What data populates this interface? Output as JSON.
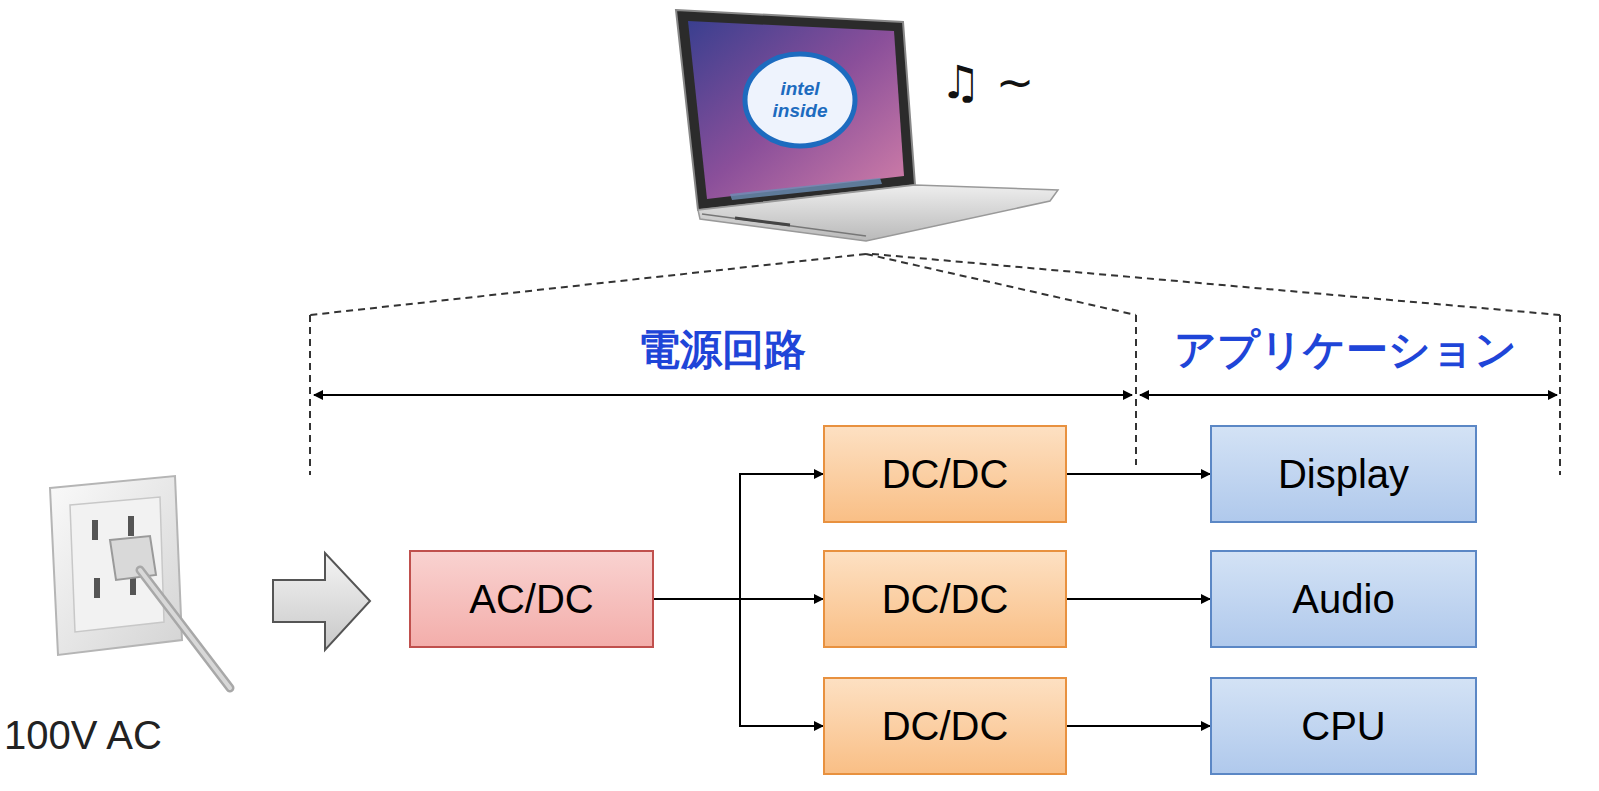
{
  "diagram": {
    "nodes": [
      {
        "text": [
          "AC/DC"
        ]
      },
      {
        "text": [
          "DC/DC"
        ]
      },
      {
        "text": [
          "DC/DC"
        ]
      },
      {
        "text": [
          "DC/DC"
        ]
      },
      {
        "text": [
          "Display"
        ]
      },
      {
        "text": [
          "Audio"
        ]
      },
      {
        "text": [
          "CPU"
        ]
      }
    ],
    "edges": [
      {
        "from": 0,
        "to": 1,
        "arrow": "to"
      },
      {
        "from": 0,
        "to": 2,
        "arrow": "to"
      },
      {
        "from": 0,
        "to": 3,
        "arrow": "to"
      },
      {
        "from": 1,
        "to": 4,
        "arrow": "to"
      },
      {
        "from": 2,
        "to": 5,
        "arrow": "to"
      },
      {
        "from": 3,
        "to": 6,
        "arrow": "to"
      }
    ],
    "labels": [
      "電源回路",
      "アプリケーション",
      "intel inside",
      "♫ ~",
      "100V AC"
    ]
  }
}
